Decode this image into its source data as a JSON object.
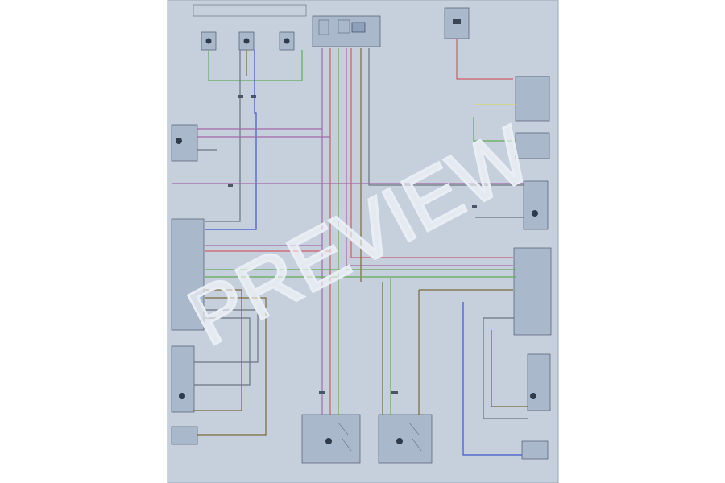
{
  "watermark_text": "PREVIEW",
  "colors": {
    "background": "#ffffff",
    "sheet": "#c6d0dd",
    "wire_purple": "#a26aa6",
    "wire_red": "#cf5b68",
    "wire_blue": "#3f57c9",
    "wire_green": "#63aa5a",
    "wire_olive": "#7b6a3e",
    "wire_yellow": "#d9d56a",
    "wire_gray": "#6d7480"
  },
  "components": [
    {
      "id": "sw-lf",
      "icon": "switch-icon"
    },
    {
      "id": "sw-rf",
      "icon": "switch-icon"
    },
    {
      "id": "sw-lr",
      "icon": "switch-icon"
    },
    {
      "id": "top-connector",
      "icon": "connector-icon"
    },
    {
      "id": "fuse-top-right",
      "icon": "fuse-icon"
    },
    {
      "id": "left-actuator",
      "icon": "motor-icon"
    },
    {
      "id": "left-control-unit",
      "icon": "module-icon"
    },
    {
      "id": "right-control-unit",
      "icon": "module-icon"
    },
    {
      "id": "right-actuator",
      "icon": "motor-icon"
    },
    {
      "id": "left-bottom-switch",
      "icon": "switch-icon"
    },
    {
      "id": "right-bottom-switch",
      "icon": "switch-icon"
    }
  ]
}
